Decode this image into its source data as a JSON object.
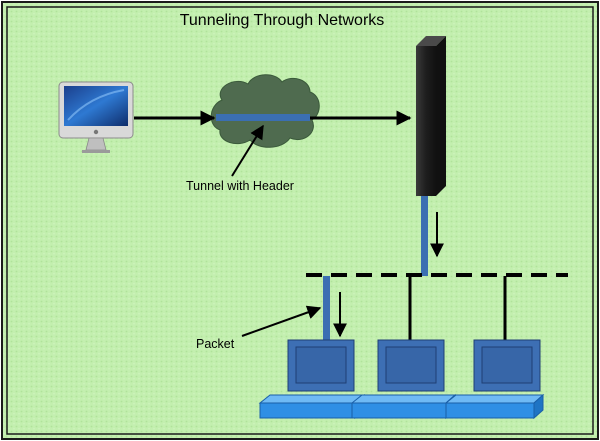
{
  "diagram": {
    "title": "Tunneling Through Networks",
    "tunnel_label": "Tunnel with Header",
    "packet_label": "Packet"
  },
  "colors": {
    "background": "#c6f0b3",
    "frame": "#1b1b1b",
    "cloud": "#4f6b4f",
    "tunnel": "#3b6fb2",
    "packet": "#3b6fb2",
    "firewall": "#222222",
    "arrow": "#000000",
    "network_bus": "#000000",
    "computer_monitor": "#3d6fb4",
    "computer_keyboard": "#2f8fe5"
  },
  "icons": {
    "source_computer": "desktop-computer-icon",
    "network_cloud": "cloud-icon",
    "firewall_tower": "firewall-icon",
    "destination_computers": "desktop-computer-icon"
  }
}
